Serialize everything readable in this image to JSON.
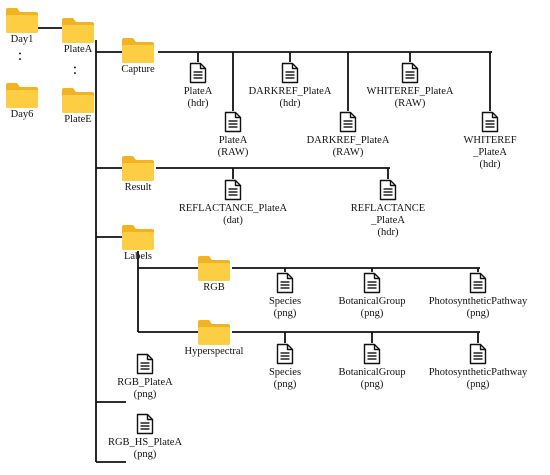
{
  "colors": {
    "folder_front": "#FDCD43",
    "folder_back": "#F1B321",
    "line": "#111111"
  },
  "folders": {
    "day1": "Day1",
    "day6": "Day6",
    "platea": "PlateA",
    "platee": "PlateE",
    "capture": "Capture",
    "result": "Result",
    "labels": "Labels",
    "rgb": "RGB",
    "hyperspectral": "Hyperspectral"
  },
  "ellipsis": ":",
  "files": {
    "platea_hdr": "PlateA\n(hdr)",
    "platea_raw": "PlateA\n(RAW)",
    "darkref_hdr": "DARKREF_PlateA\n(hdr)",
    "darkref_raw": "DARKREF_PlateA\n(RAW)",
    "whiteref_raw": "WHITEREF_PlateA\n(RAW)",
    "whiteref_hdr": "WHITEREF _PlateA\n(hdr)",
    "reflectance_dat": "REFLACTANCE_PlateA\n(dat)",
    "reflectance_hdr": "REFLACTANCE _PlateA\n(hdr)",
    "rgb_species": "Species\n(png)",
    "rgb_botanical": "BotanicalGroup\n(png)",
    "rgb_photosynthetic": "PhotosyntheticPathway\n(png)",
    "hs_species": "Species\n(png)",
    "hs_botanical": "BotanicalGroup\n(png)",
    "hs_photosynthetic": "PhotosyntheticPathway\n(png)",
    "rgb_platea": "RGB_PlateA\n(png)",
    "rgb_hs_platea": "RGB_HS_PlateA\n(png)"
  }
}
